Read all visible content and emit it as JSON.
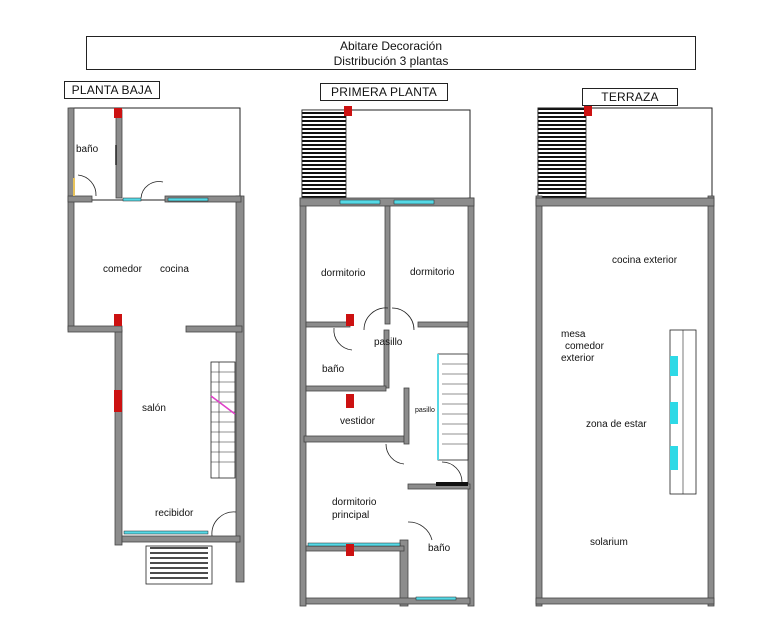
{
  "header": {
    "line1": "Abitare Decoración",
    "line2": "Distribución 3 plantas"
  },
  "floors": [
    {
      "title": "PLANTA BAJA",
      "rooms": [
        "baño",
        "comedor",
        "cocina",
        "salón",
        "recibidor"
      ]
    },
    {
      "title": "PRIMERA PLANTA",
      "rooms": [
        "dormitorio",
        "dormitorio",
        "pasillo",
        "baño",
        "pasillo",
        "vestidor",
        "dormitorio",
        "principal",
        "baño"
      ]
    },
    {
      "title": "TERRAZA",
      "rooms": [
        "cocina exterior",
        "mesa",
        "comedor",
        "exterior",
        "zona de estar",
        "solarium"
      ]
    }
  ],
  "colors": {
    "wall": "#8c8c8c",
    "wall_edge": "#444444",
    "window": "#55d9e6",
    "marker": "#cc1111",
    "stairs": "#111111",
    "accent_line": "#e040c8",
    "door_tint": "#e8c35a"
  }
}
